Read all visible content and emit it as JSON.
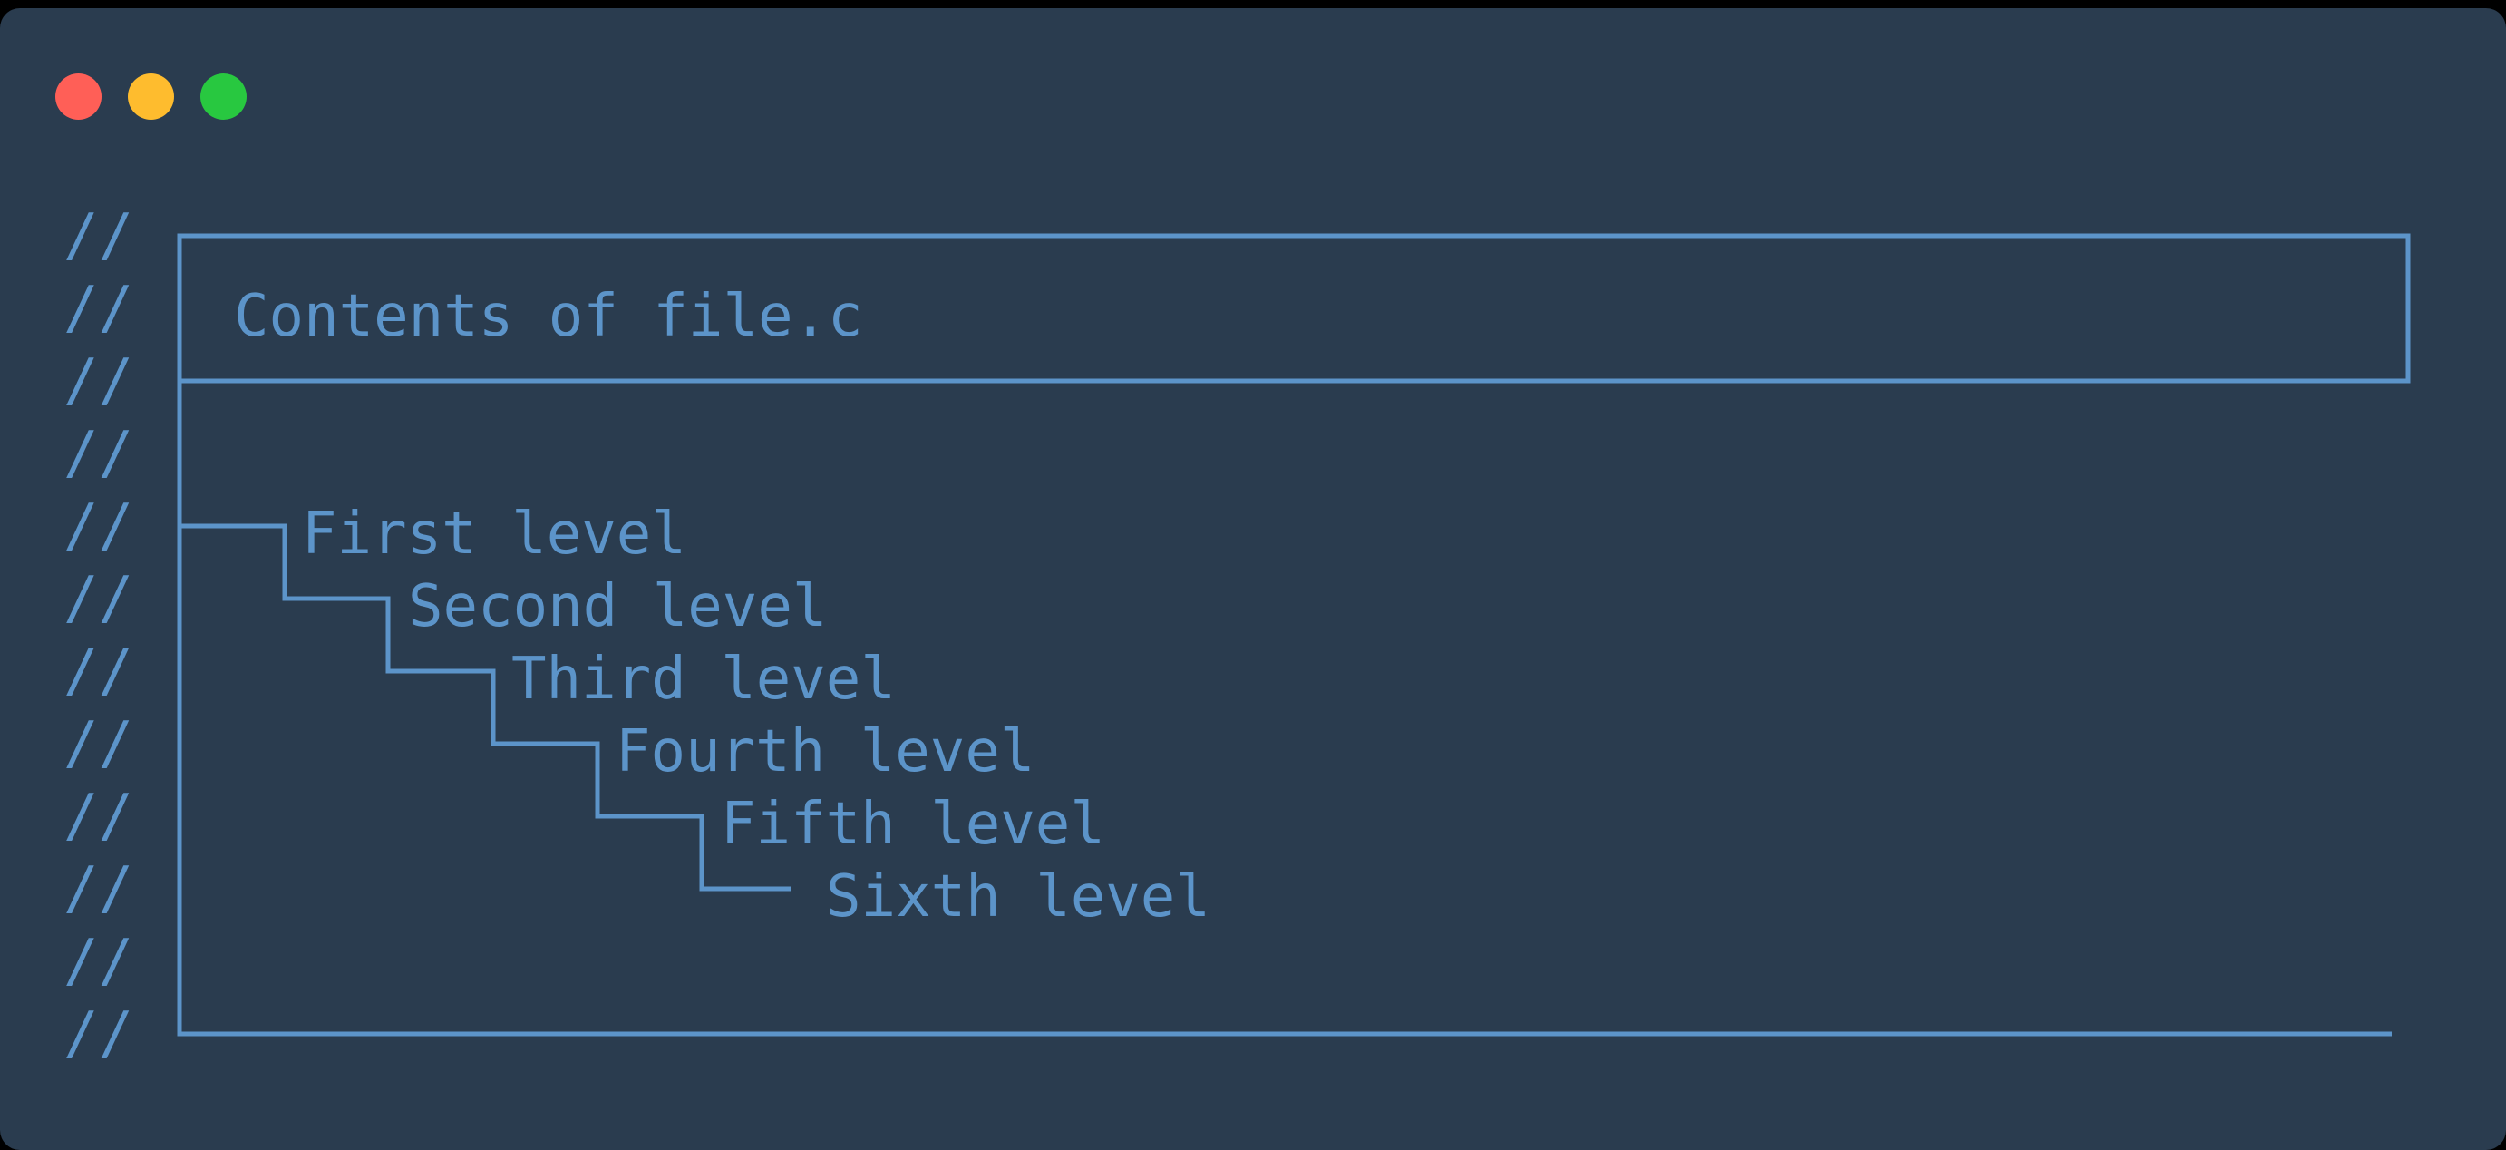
{
  "window": {
    "controls": {
      "close": "close-button",
      "minimize": "minimize-button",
      "zoom": "zoom-button"
    }
  },
  "comment_prefix": "//",
  "header": {
    "title": "Contents of file.c"
  },
  "levels": [
    {
      "label": "First level"
    },
    {
      "label": "Second level"
    },
    {
      "label": "Third level"
    },
    {
      "label": "Fourth level"
    },
    {
      "label": "Fifth level"
    },
    {
      "label": "Sixth level"
    }
  ],
  "colors": {
    "background": "#2a3c4f",
    "text": "#5c94c9",
    "close": "#ff5f57",
    "minimize": "#febc2e",
    "zoom": "#28c840"
  }
}
